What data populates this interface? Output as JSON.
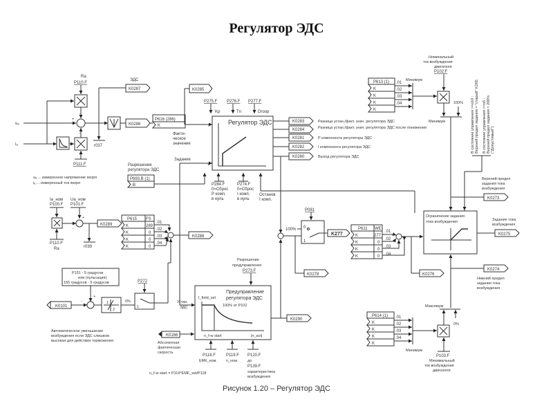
{
  "title": "Регулятор ЭДС",
  "caption": "Рисунок 1.20 – Регулятор ЭДС",
  "emf_calc": {
    "ra_param": "P110.F",
    "ra_label": "Ra",
    "p111": "P111.F",
    "r037": "r037",
    "ua": "uₐ",
    "ia": "iₐ",
    "emf_label": "ЭДС",
    "k0287": "K0287",
    "k0285": "K0285",
    "k0286": "K0286",
    "legend_ua": "uₐ ... измеренное напряжение якоря",
    "legend_ia": "iₐ ... измеренный ток якоря"
  },
  "regulator": {
    "title": "Регулятор ЭДС",
    "kp_param": "P275.F",
    "kp": "Kp",
    "tn_param": "P276.F",
    "tn": "Tn",
    "droop_param": "P277.F",
    "droop": "Droop",
    "p616": "P616 (286)",
    "k": "K",
    "actual_label": [
      "Факти-",
      "ческое",
      "значение"
    ],
    "setpoint_label": "Задание",
    "enable_label": [
      "Разрешение",
      "регулятора ЭДС"
    ],
    "p693": "P693.B (1)",
    "b": "B",
    "p284": [
      "P284.F",
      "0=Сброс",
      "P комп.",
      "в нуль"
    ],
    "p274": [
      "P274.F",
      "0=Сброс",
      "I комп.",
      "в нуль"
    ],
    "stop_i": [
      "Останов",
      "I комп."
    ],
    "outputs": [
      {
        "conn": "K0283",
        "desc": "Разница устан./факт. знач. регулятора ЭДС"
      },
      {
        "conn": "K0284",
        "desc": "Разница устан./факт. знач. регулятора ЭДС после понижения"
      },
      {
        "conn": "K0281",
        "desc": "P компонента регулятора ЭДС"
      },
      {
        "conn": "K0282",
        "desc": "I компонента регулятора ЭДС"
      },
      {
        "conn": "K0280",
        "desc": "Выход регулятора ЭДС"
      }
    ]
  },
  "setpoint_calc": {
    "ia_nom": "Ia_ном",
    "p100": "P100.F",
    "ua_nom": "Ua_ном",
    "p101": "P101.F",
    "p110": "P110.F",
    "ra": "Ra",
    "r039": "r039",
    "k0289": "K0289",
    "p615": "P615",
    "fs": "FS",
    "fs_values": [
      "289",
      "0",
      "0",
      "0"
    ],
    "indices": [
      ".01",
      ".02",
      ".03",
      ".04"
    ],
    "k": "K",
    "k0288": "K0288"
  },
  "switch": {
    "p081": "P081",
    "pct": "100%",
    "pos0": "0",
    "pos1": "1",
    "k277": "K277",
    "k0278": "K0278",
    "p611": "P611",
    "we": "WE",
    "we_values": [
      "277",
      "0",
      "0",
      "0"
    ],
    "indices": [
      ".01",
      ".02",
      ".03",
      ".04"
    ],
    "k": "K",
    "k0276": "K0276"
  },
  "top_right": {
    "nominal_label": [
      "Номинальный",
      "ток возбуждения",
      "двигателя"
    ],
    "p102": "P102.F",
    "p613": "P613 (1)",
    "min_label": "Минимум",
    "indices": [
      ".01",
      ".02",
      ".03",
      ".04"
    ],
    "k": "K",
    "pct": "100%",
    "note1": [
      "В состоянии управления >=o10 :",
      "Верхний предел задания = \"старый\" K265"
    ],
    "note2": [
      "В состоянии управления >=o5 :",
      "Верхний предел задания = 200%",
      "(\"Допустимый\")"
    ]
  },
  "limiter": {
    "title": [
      "Ограничение задания",
      "тока возбуждения"
    ],
    "upper_label": [
      "Верхний предел",
      "задания тока",
      "возбуждения"
    ],
    "k0273": "K0273",
    "out_label": [
      "Задание тока",
      "возбуждения"
    ],
    "k0275": "K0275",
    "lower_label": [
      "Нижний предел",
      "задания тока",
      "возбуждения"
    ],
    "k0274": "K0274"
  },
  "field_weak": {
    "box_text": [
      "P151 - 5 градусов",
      "или (пульсация)",
      "165 градусов - 5 градусов"
    ],
    "k0101": "K0101",
    "p272": "P272",
    "pct0": "0%",
    "one": "1",
    "two": "2",
    "auto_text": [
      "Автоматическое уменьшение",
      "возбуждения если ЭДС слишком",
      "высокая для действия торможения"
    ]
  },
  "precontrol": {
    "enable_label": [
      "Разрешение",
      "предуправления"
    ],
    "p273": "P273.F",
    "title": [
      "Предуправление",
      "регулятора ЭДС"
    ],
    "ifield": "I_field_set",
    "pct": "100% от P102",
    "nstart": "n_f-w start",
    "nact": "|n_act|",
    "setpoint_label": [
      "Устан.",
      "ЭДС"
    ],
    "k0166": "K0166",
    "speed_label": [
      "Абсолютная",
      "фактическая",
      "скорость"
    ],
    "p118": [
      "P118.F",
      "ЕМК_ном."
    ],
    "p119": [
      "P119.F",
      "n_ном."
    ],
    "p120": [
      "P120.F",
      "до",
      "P139.F",
      "характеристика",
      "возбуждения"
    ],
    "formula": "n_f-w start = P119*EMF_set/P118",
    "k0290": "K0290"
  },
  "bottom_right": {
    "p614": "P614 (1)",
    "indices": [
      ".01",
      ".02",
      ".03",
      ".04"
    ],
    "k": "K",
    "min_label": "Минимум",
    "max_label": "Максимум",
    "pct0": "0%",
    "p103": "P103.F",
    "min_current_label": [
      "Минимальный",
      "ток возбуждения",
      "двигателя"
    ]
  }
}
